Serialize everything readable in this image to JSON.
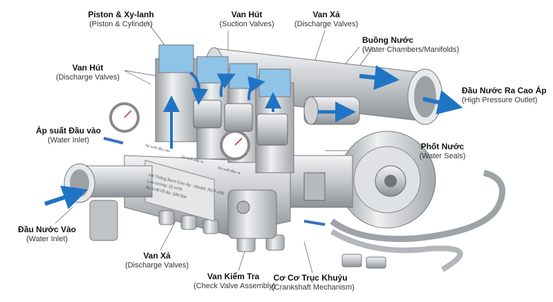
{
  "labels": {
    "piston": {
      "vi": "Piston & Xy-lanh",
      "en": "(Piston & Cylinder)"
    },
    "suction_top": {
      "vi": "Van Hút",
      "en": "(Suction Valves)"
    },
    "discharge_top": {
      "vi": "Van Xả",
      "en": "(Discharge Valves)"
    },
    "chambers": {
      "vi": "Buồng Nước",
      "en": "(Water Chambers/Manifolds)"
    },
    "suction_left": {
      "vi": "Van Hút",
      "en": "(Discharge Valves)"
    },
    "outlet": {
      "vi": "Đầu Nước Ra Cao Áp",
      "en": "(High Pressure Outlet)"
    },
    "inlet_pressure": {
      "vi": "Áp suất Đầu vào",
      "en": "(Water Inlet)"
    },
    "seals": {
      "vi": "Phốt Nước",
      "en": "(Water Seals)"
    },
    "inlet": {
      "vi": "Đầu Nước Vào",
      "en": "(Water Inlet)"
    },
    "discharge_bottom": {
      "vi": "Van Xả",
      "en": "(Discharge Valves)"
    },
    "check_valve": {
      "vi": "Van Kiểm Tra",
      "en": "(Check Valve Assembly)"
    },
    "crankshaft": {
      "vi": "Cơ Cơ Trục Khuỷu",
      "en": "(Crankshaft Mechanism)"
    }
  },
  "nameplate": {
    "line1": "Hệ Thống Bơm Cao Áp - Model: RCP-200",
    "line2": "Lưu lượng: 15 m³/h",
    "line3": "Áp suất tối đa: 180 Bar"
  },
  "tags": [
    "Áp suất đầu vào",
    "Áp suất đầu ra",
    "Áp suất đầu ra"
  ],
  "colors": {
    "metal": "#c9ccd0",
    "water": "#8fc3e8",
    "arrow": "#1f74c4",
    "handle": "#3a6fc4"
  }
}
